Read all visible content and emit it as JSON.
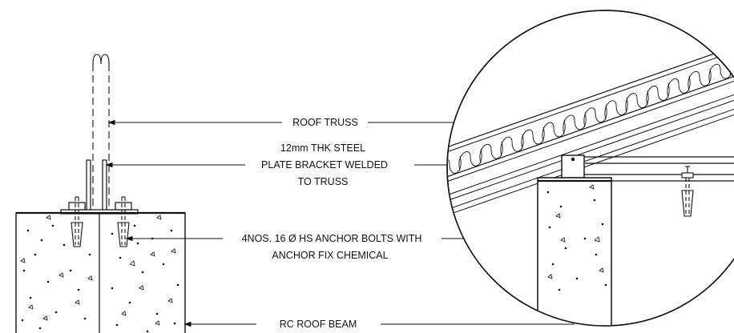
{
  "labels": {
    "roof_truss": "ROOF TRUSS",
    "bracket_line1": "12mm THK STEEL",
    "bracket_line2": "PLATE BRACKET WELDED",
    "bracket_line3": "TO TRUSS",
    "anchor_line1": "4NOS. 16 Ø HS ANCHOR BOLTS WITH",
    "anchor_line2": "ANCHOR FIX CHEMICAL",
    "beam": "RC ROOF BEAM"
  }
}
